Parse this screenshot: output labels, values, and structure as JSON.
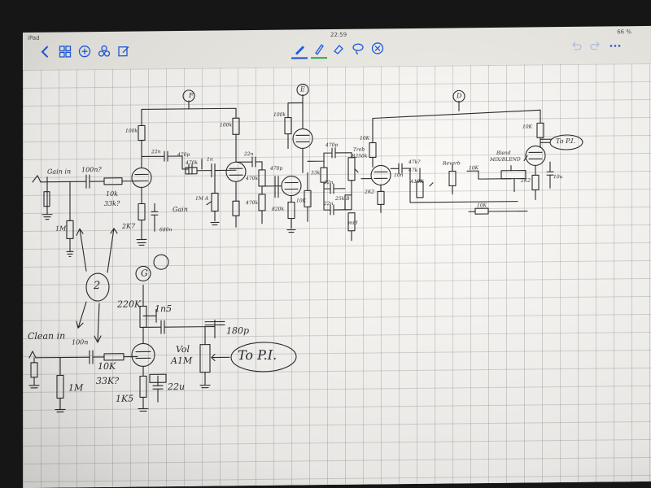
{
  "status": {
    "device": "iPad",
    "time": "22:59",
    "battery": "66 %"
  },
  "toolbar": {
    "colors": {
      "pen": "#1c4fd6",
      "highlighter": "#2bb34a"
    }
  },
  "schematic": {
    "letters": {
      "F": "F",
      "E": "E",
      "D": "D",
      "G": "G",
      "two": "2"
    },
    "top": {
      "gain_in": "Gain in",
      "c_100n": "100n?",
      "r_10k": "10k",
      "r_33k": "33k?",
      "r_1M": "1M",
      "r_2k7": "2K7",
      "c_680n": "680n",
      "r_100k_a": "100k",
      "c_22n_a": "22n",
      "c_470p_a": "470p",
      "r_470k_a": "470k",
      "c_1n": "1n",
      "pot_1M": "1M A",
      "gain_lbl": "Gain",
      "r_100k_b": "100k",
      "c_22n_b": "22n",
      "r_470k_b": "470k",
      "r_470k_c": "470k",
      "c_470p_b": "470p",
      "r_100k_c": "100k",
      "r_820k": "820k",
      "r_10k_b": "10K",
      "c_470p_c": "470p",
      "r_33k_b": "33k",
      "c_22n_c": "22n",
      "c_22n_d": "22n",
      "treb": "Treb",
      "treb_val": "B250k",
      "bass": "25k B",
      "mid": "mid",
      "r_47k": "47k?",
      "r_10k_c": "10K",
      "r_2k2": "2K2",
      "c_10n": "10n",
      "reverb_lbl": "Reverb",
      "r_47k_b": "47k",
      "a10k": "A10K",
      "r_10k_d": "10K",
      "r_10k_e": "10K",
      "blend": "Blend",
      "blend_sub": "MIX/BLEND",
      "r_2k2_b": "2K2",
      "c_10u": "10u",
      "r_10k_f": "10K",
      "to_pi_1": "To P.I."
    },
    "bottom": {
      "clean_in": "Clean in",
      "c_100n": "100n",
      "r_10k": "10K",
      "r_33k": "33K?",
      "r_1M": "1M",
      "r_220k": "220K",
      "c_1n5": "1n5",
      "c_180p": "180p",
      "vol": "Vol",
      "vol_val": "A1M",
      "r_1k5": "1K5",
      "c_22u": "22u",
      "to_pi_2": "To P.I."
    }
  }
}
